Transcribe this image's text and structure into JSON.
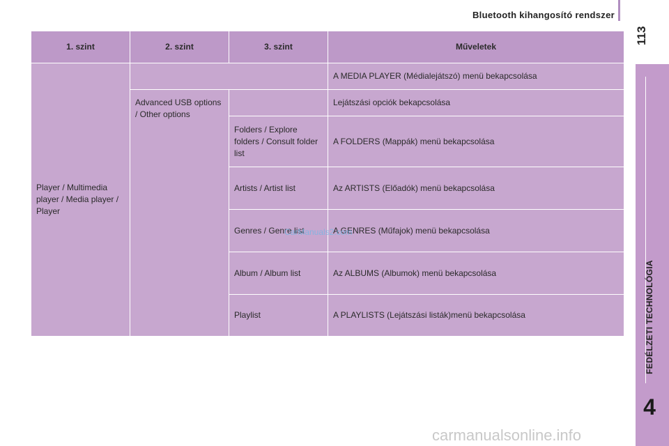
{
  "header": {
    "title": "Bluetooth kihangosító rendszer",
    "page_number": "113"
  },
  "sidebar": {
    "chapter_label": "FEDÉLZETI TECHNOLÓGIA",
    "chapter_number": "4"
  },
  "watermarks": {
    "center": "CarManuals2.com",
    "footer": "carmanualsonline.info"
  },
  "table": {
    "headers": [
      "1. szint",
      "2. szint",
      "3. szint",
      "Műveletek"
    ],
    "level1": "Player / Multimedia player / Media player / Player",
    "level2": "Advanced USB options / Other options",
    "rows": [
      {
        "level3": "",
        "action": "A MEDIA PLAYER (Médialejátszó) menü bekapcsolása"
      },
      {
        "level3": "",
        "action": "Lejátszási opciók bekapcsolása"
      },
      {
        "level3": "Folders / Explore folders / Consult folder list",
        "action": "A FOLDERS (Mappák) menü bekapcsolása"
      },
      {
        "level3": "Artists / Artist list",
        "action": "Az ARTISTS (Előadók) menü bekapcsolása"
      },
      {
        "level3": "Genres / Genre list",
        "action": "A GENRES (Műfajok) menü bekapcsolása"
      },
      {
        "level3": "Album / Album list",
        "action": "Az ALBUMS (Albumok) menü bekapcsolása"
      },
      {
        "level3": "Playlist",
        "action": "A PLAYLISTS (Lejátszási listák)menü bekapcsolása"
      }
    ]
  },
  "colors": {
    "accent": "#c39bcb",
    "table_header": "#bd99c8",
    "table_cell": "#c7a7cf"
  }
}
